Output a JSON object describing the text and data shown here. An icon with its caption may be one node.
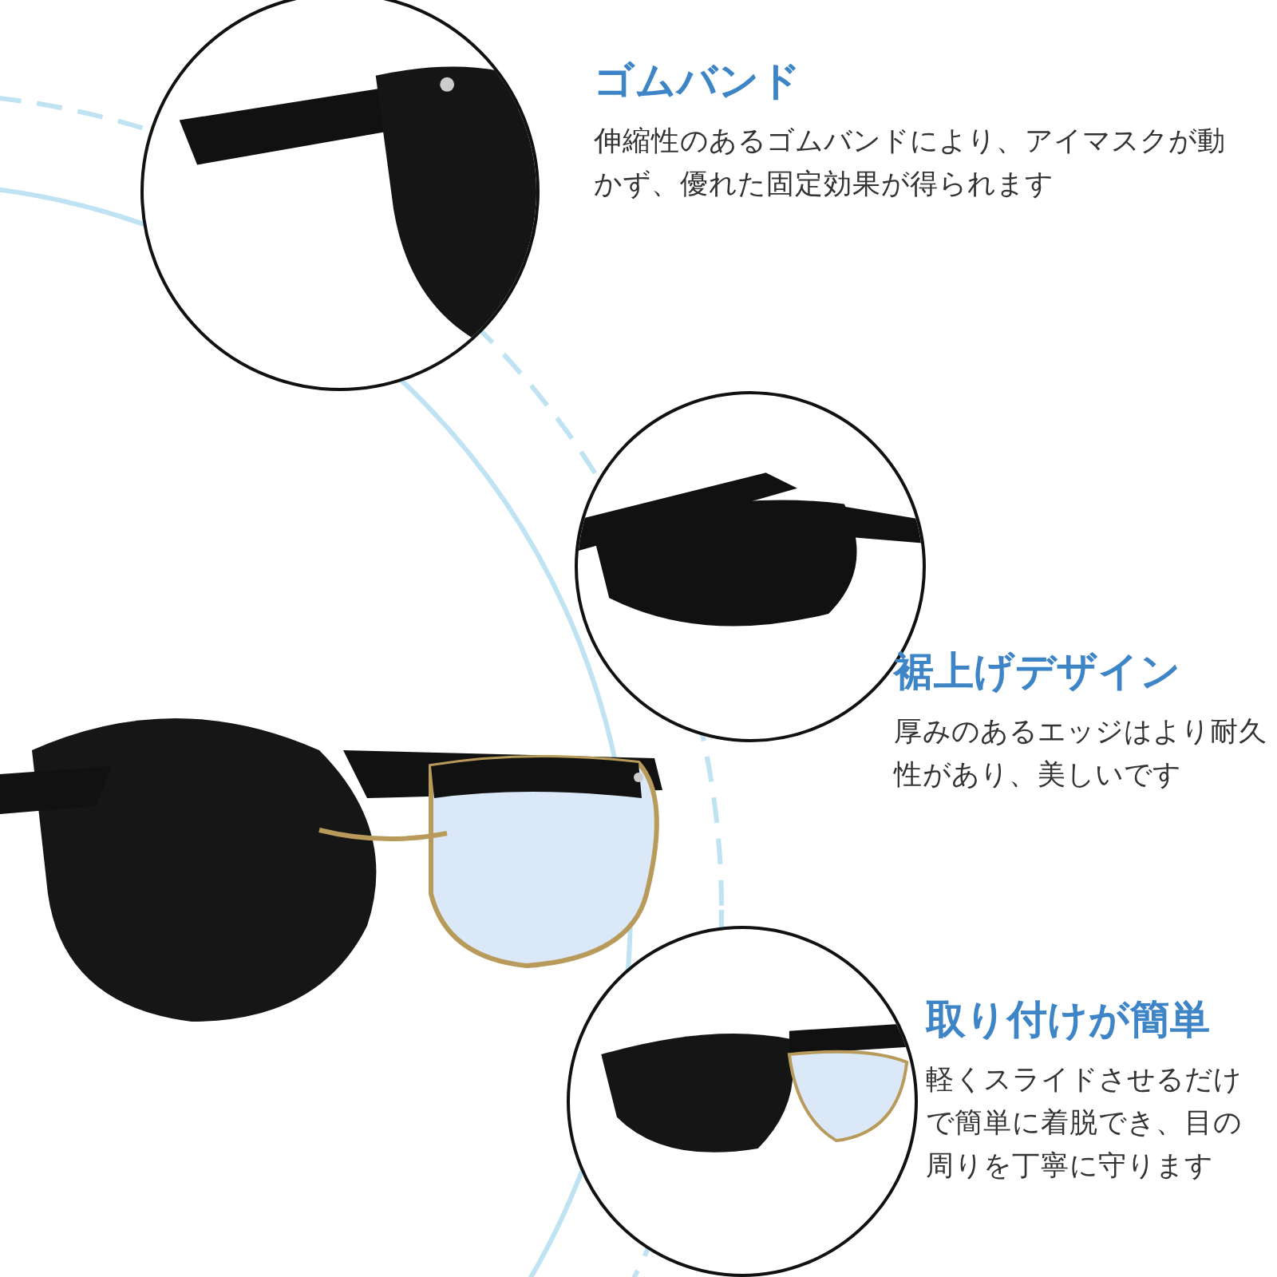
{
  "diagram": {
    "nodes": [
      {
        "text": [],
        "shape": "picture",
        "beside": [
          "ゴムバンド",
          "伸縮性のあるゴムバンドにより、アイマスクが動かず、優れた固定効果が得られます"
        ]
      },
      {
        "text": [],
        "shape": "picture",
        "beside": [
          "裾上げデザイン",
          "厚みのあるエッジはより耐久性があり、美しいです"
        ]
      },
      {
        "text": [],
        "shape": "picture",
        "beside": [
          "取り付けが簡単",
          "軽くスライドさせるだけで簡単に着脱でき、目の周りを丁寧に守ります"
        ]
      }
    ]
  }
}
